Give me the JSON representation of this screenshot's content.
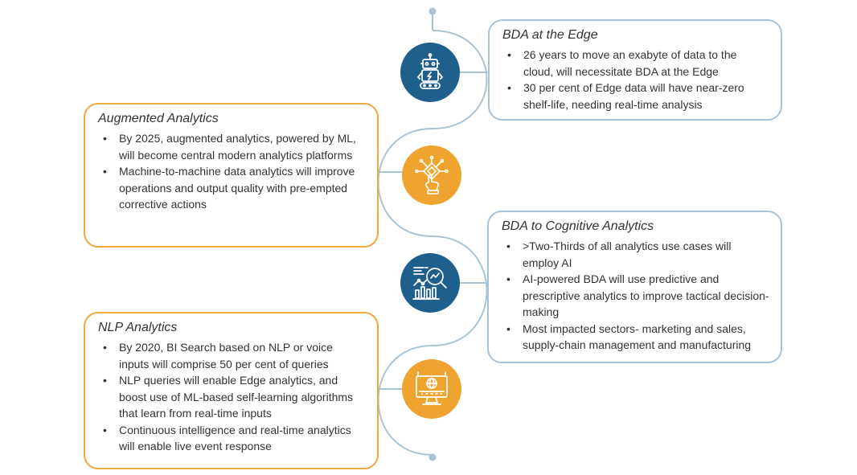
{
  "colors": {
    "blue": "#1f5f8c",
    "orange": "#f0a430",
    "connector": "#a9c3d4"
  },
  "cards": [
    {
      "title": "BDA at the Edge",
      "accent": "blue",
      "icon": "robot-icon",
      "bullets": [
        "26 years to move an exabyte of data to the cloud, will necessitate BDA at the Edge",
        "30 per cent of Edge data will have near-zero shelf-life, needing real-time analysis"
      ]
    },
    {
      "title": "Augmented Analytics",
      "accent": "orange",
      "icon": "chip-hand-icon",
      "bullets": [
        "By 2025, augmented analytics, powered by ML, will become central modern analytics platforms",
        "Machine-to-machine data analytics will improve operations and output quality with pre-empted corrective actions"
      ]
    },
    {
      "title": "BDA to Cognitive Analytics",
      "accent": "blue",
      "icon": "analytics-magnifier-icon",
      "bullets": [
        ">Two-Thirds of all analytics use cases will employ AI",
        "AI-powered BDA will use predictive and prescriptive analytics to improve tactical decision-making",
        "Most impacted sectors- marketing and sales, supply-chain management and manufacturing"
      ]
    },
    {
      "title": "NLP Analytics",
      "accent": "orange",
      "icon": "computer-globe-icon",
      "bullets": [
        "By 2020, BI Search based on NLP or voice inputs will comprise 50 per cent of queries",
        "NLP queries will enable Edge analytics, and boost use of ML-based self-learning algorithms that learn from real-time inputs",
        "Continuous intelligence and real-time analytics will enable live event response"
      ]
    }
  ]
}
